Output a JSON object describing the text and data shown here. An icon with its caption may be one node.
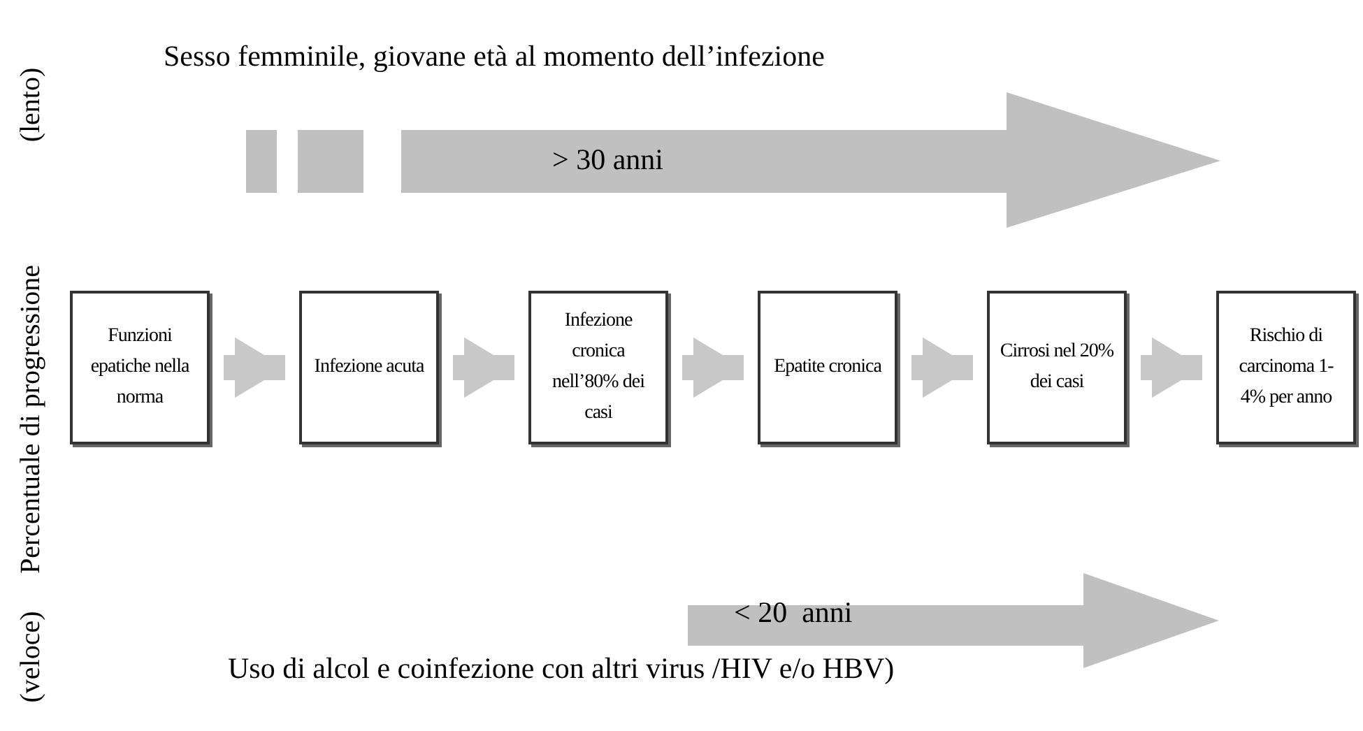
{
  "diagram": {
    "nodes": [
      {
        "text": [
          "Funzioni epatiche nella norma"
        ]
      },
      {
        "text": [
          "Infezione acuta"
        ]
      },
      {
        "text": [
          "Infezione cronica nell’80% dei casi"
        ]
      },
      {
        "text": [
          "Epatite cronica"
        ]
      },
      {
        "text": [
          "Cirrosi nel 20% dei casi"
        ]
      },
      {
        "text": [
          "Rischio di carcinoma 1-4% per anno"
        ]
      }
    ],
    "edges": [
      {
        "from": 0,
        "to": 1,
        "arrow": "to"
      },
      {
        "from": 1,
        "to": 2,
        "arrow": "to"
      },
      {
        "from": 2,
        "to": 3,
        "arrow": "to"
      },
      {
        "from": 3,
        "to": 4,
        "arrow": "to"
      },
      {
        "from": 4,
        "to": 5,
        "arrow": "to"
      }
    ],
    "labels": [
      "(lento)",
      "Percentuale di progressione",
      "(veloce)",
      "Sesso femminile, giovane età al momento dell’infezione",
      "> 30 anni",
      "< 20  anni",
      "Uso di alcol e coinfezione con altri virus /HIV e/o HBV)"
    ]
  }
}
